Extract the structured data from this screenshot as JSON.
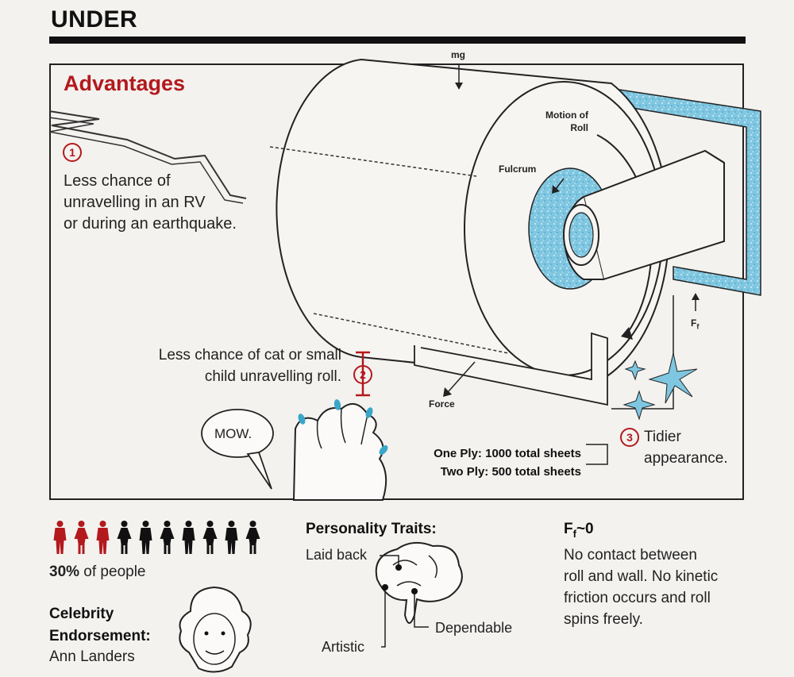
{
  "header": {
    "title": "UNDER"
  },
  "advantages": {
    "title": "Advantages",
    "items": [
      {
        "number": "1",
        "text_lines": [
          "Less chance of",
          "unravelling in an RV",
          "or during an earthquake."
        ]
      },
      {
        "number": "2",
        "text_lines": [
          "Less chance of cat or small",
          "child unravelling roll."
        ]
      },
      {
        "number": "3",
        "text_lines": [
          "Tidier",
          "appearance."
        ]
      }
    ]
  },
  "diagram_labels": {
    "mg": "mg",
    "motion": [
      "Motion of",
      "Roll"
    ],
    "fulcrum": "Fulcrum",
    "ff": "F",
    "ff_sub": "f",
    "force": "Force",
    "speech": "MOW."
  },
  "sheets": {
    "one_ply": "One Ply: 1000 total sheets",
    "two_ply": "Two Ply: 500 total sheets"
  },
  "stats": {
    "percent": "30%",
    "suffix": " of people",
    "highlighted_fraction": 0.3,
    "icons_total": 10,
    "highlight_color": "#b3191d",
    "base_color": "#111111"
  },
  "celebrity": {
    "heading_line1": "Celebrity",
    "heading_line2": "Endorsement:",
    "name": "Ann Landers"
  },
  "personality": {
    "heading": "Personality Traits:",
    "traits": [
      "Laid back",
      "Artistic",
      "Dependable"
    ]
  },
  "friction": {
    "heading_main": "F",
    "heading_sub": "f",
    "heading_tail": "~0",
    "text_lines": [
      "No contact between",
      "roll and wall. No kinetic",
      "friction occurs and roll",
      "spins freely."
    ]
  },
  "colors": {
    "accent": "#b3191d",
    "wall_blue": "#7fc6e0",
    "ink": "#111111"
  }
}
